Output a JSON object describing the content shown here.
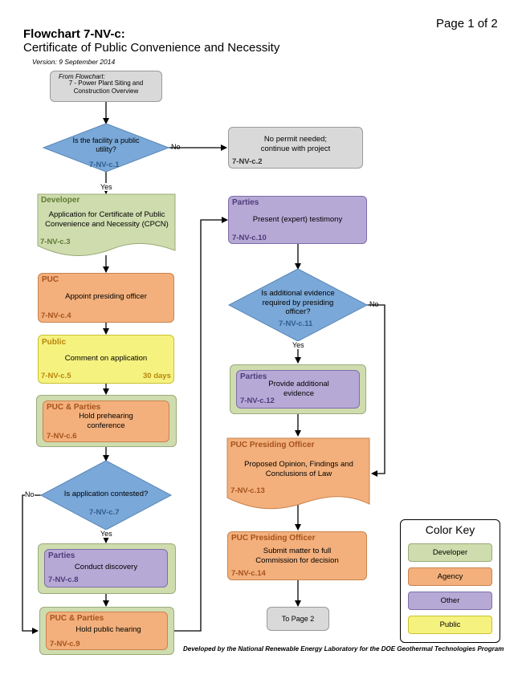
{
  "header": {
    "page": "Page 1 of 2",
    "title": "Flowchart 7-NV-c:",
    "subtitle": "Certificate of Public Convenience and Necessity",
    "version": "Version: 9 September 2014"
  },
  "from": {
    "label": "From Flowchart:",
    "text": "7 - Power Plant Siting and Construction Overview"
  },
  "d1": {
    "text": "Is the facility a public utility?",
    "id": "7-NV-c.1"
  },
  "n2": {
    "text": "No permit needed; continue with project",
    "id": "7-NV-c.2"
  },
  "n3": {
    "cap": "Developer",
    "text": "Application for Certificate of Public Convenience and Necessity (CPCN)",
    "id": "7-NV-c.3"
  },
  "n4": {
    "cap": "PUC",
    "text": "Appoint presiding officer",
    "id": "7-NV-c.4"
  },
  "n5": {
    "cap": "Public",
    "text": "Comment on application",
    "id": "7-NV-c.5",
    "days": "30 days"
  },
  "n6": {
    "cap": "PUC & Parties",
    "text": "Hold prehearing conference",
    "id": "7-NV-c.6"
  },
  "d7": {
    "text": "Is application contested?",
    "id": "7-NV-c.7"
  },
  "n8": {
    "cap": "Parties",
    "text": "Conduct discovery",
    "id": "7-NV-c.8"
  },
  "n9": {
    "cap": "PUC & Parties",
    "text": "Hold public hearing",
    "id": "7-NV-c.9"
  },
  "n10": {
    "cap": "Parties",
    "text": "Present (expert) testimony",
    "id": "7-NV-c.10"
  },
  "d11": {
    "text": "Is additional evidence required by presiding officer?",
    "id": "7-NV-c.11"
  },
  "n12": {
    "cap": "Parties",
    "text": "Provide additional evidence",
    "id": "7-NV-c.12"
  },
  "n13": {
    "cap": "PUC Presiding Officer",
    "text": "Proposed Opinion, Findings and Conclusions of Law",
    "id": "7-NV-c.13"
  },
  "n14": {
    "cap": "PUC Presiding Officer",
    "text": "Submit matter to full Commission for decision",
    "id": "7-NV-c.14"
  },
  "to": {
    "text": "To Page 2"
  },
  "edge_labels": {
    "no": "No",
    "yes": "Yes"
  },
  "key": {
    "title": "Color Key",
    "items": [
      "Developer",
      "Agency",
      "Other",
      "Public"
    ]
  },
  "colors": {
    "developer": "#cfdcae",
    "agency": "#f3b07c",
    "other": "#b7a9d6",
    "public": "#f6f280",
    "decision": "#7aa8d8",
    "gray": "#d9d9d9"
  },
  "footer": "Developed by the National Renewable Energy Laboratory for the DOE Geothermal Technologies Program"
}
